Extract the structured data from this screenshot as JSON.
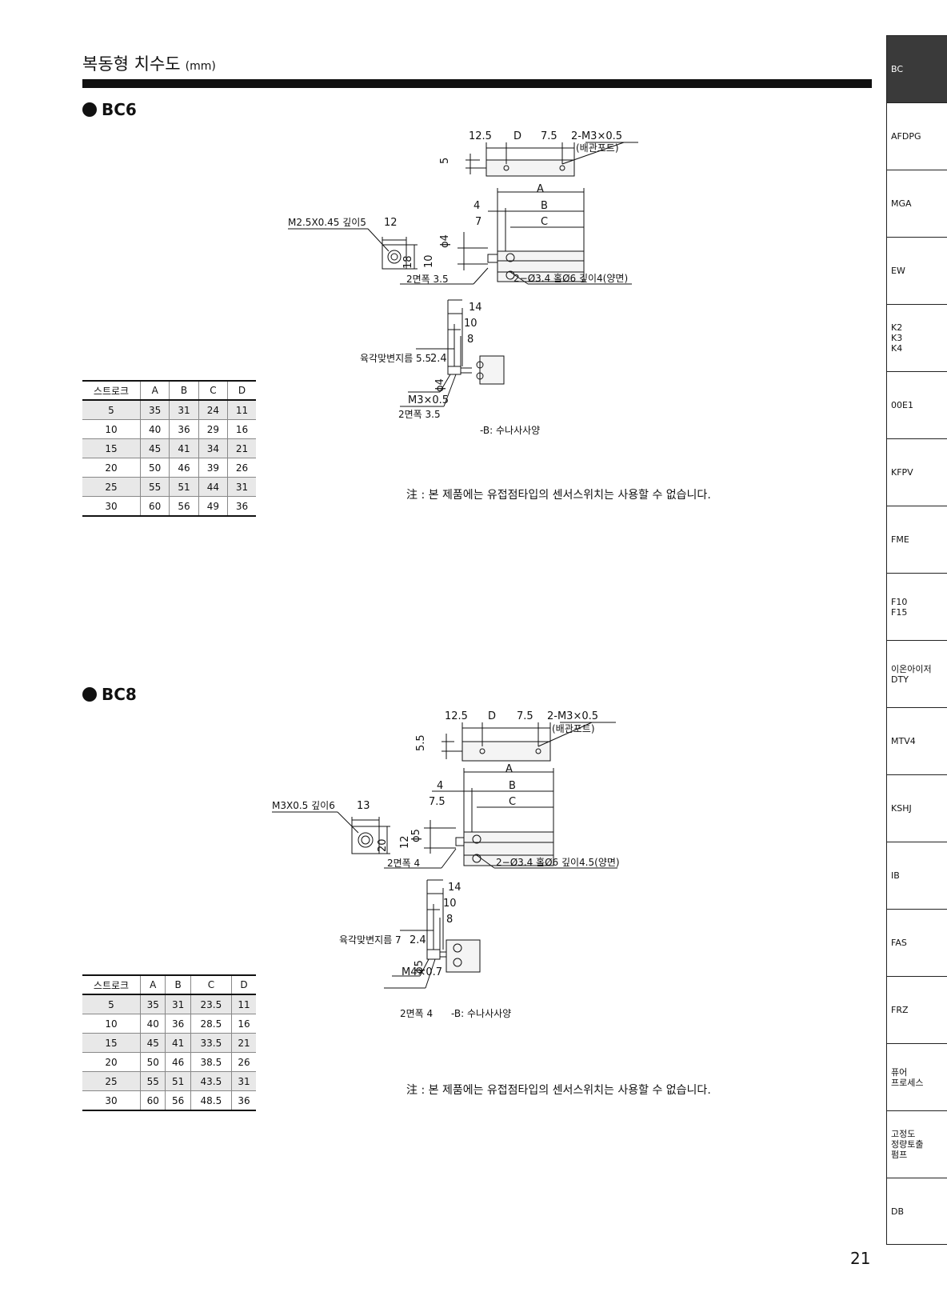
{
  "header": {
    "title": "복동형 치수도",
    "unit": "(mm)"
  },
  "sidebar": {
    "tabs": [
      "BC",
      "AFDPG",
      "MGA",
      "EW",
      "K2\nK3\nK4",
      "00E1",
      "KFPV",
      "FME",
      "F10\nF15",
      "이온아이저\nDTY",
      "MTV4",
      "KSHJ",
      "IB",
      "FAS",
      "FRZ",
      "퓨어\n프로세스",
      "고정도\n정량토출\n펌프",
      "DB"
    ],
    "active": "BC"
  },
  "sections": [
    {
      "heading": "BC6",
      "table": {
        "headers": [
          "스트로크",
          "A",
          "B",
          "C",
          "D"
        ],
        "rows": [
          [
            "5",
            "35",
            "31",
            "24",
            "11"
          ],
          [
            "10",
            "40",
            "36",
            "29",
            "16"
          ],
          [
            "15",
            "45",
            "41",
            "34",
            "21"
          ],
          [
            "20",
            "50",
            "46",
            "39",
            "26"
          ],
          [
            "25",
            "55",
            "51",
            "44",
            "31"
          ],
          [
            "30",
            "60",
            "56",
            "49",
            "36"
          ]
        ]
      },
      "drawing": {
        "top_dims": [
          "12.5",
          "D",
          "7.5",
          "2-M3×0.5",
          "(배관포트)",
          "5"
        ],
        "front_dims": [
          "A",
          "B",
          "C",
          "4",
          "7",
          "12",
          "18",
          "10",
          "ϕ4",
          "M2.5X0.45 깊이5",
          "2면폭 3.5",
          "2−Ø3.4 홀Ø6 깊이4(양면)"
        ],
        "option_dims": [
          "14",
          "10",
          "8",
          "2.4",
          "육각맞변지름 5.5",
          "ϕ4",
          "M3×0.5",
          "2면폭 3.5",
          "-B: 수나사사양"
        ]
      },
      "note": "注 : 본 제품에는 유접점타입의 센서스위치는 사용할 수 없습니다."
    },
    {
      "heading": "BC8",
      "table": {
        "headers": [
          "스트로크",
          "A",
          "B",
          "C",
          "D"
        ],
        "rows": [
          [
            "5",
            "35",
            "31",
            "23.5",
            "11"
          ],
          [
            "10",
            "40",
            "36",
            "28.5",
            "16"
          ],
          [
            "15",
            "45",
            "41",
            "33.5",
            "21"
          ],
          [
            "20",
            "50",
            "46",
            "38.5",
            "26"
          ],
          [
            "25",
            "55",
            "51",
            "43.5",
            "31"
          ],
          [
            "30",
            "60",
            "56",
            "48.5",
            "36"
          ]
        ]
      },
      "drawing": {
        "top_dims": [
          "12.5",
          "D",
          "7.5",
          "2-M3×0.5",
          "(배관포트)",
          "5.5"
        ],
        "front_dims": [
          "A",
          "B",
          "C",
          "4",
          "7.5",
          "13",
          "20",
          "12",
          "ϕ5",
          "M3X0.5 깊이6",
          "2면폭 4",
          "2−Ø3.4 홀Ø6 깊이4.5(양면)"
        ],
        "option_dims": [
          "14",
          "10",
          "8",
          "2.4",
          "육각맞변지름 7",
          "ϕ5",
          "M4×0.7",
          "2면폭 4",
          "-B: 수나사사양"
        ]
      },
      "note": "注 : 본 제품에는 유접점타입의 센서스위치는 사용할 수 없습니다."
    }
  ],
  "page_number": "21"
}
